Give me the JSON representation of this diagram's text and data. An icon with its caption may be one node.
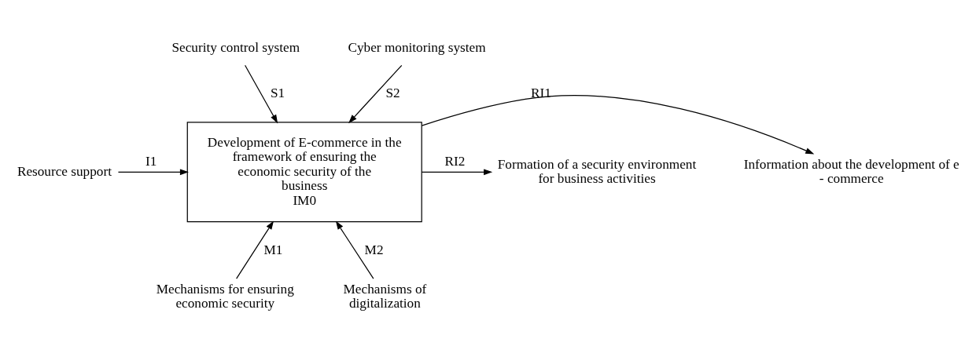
{
  "diagram": {
    "nodes": [
      {
        "text": [
          "Development of E-commerce in the framework of ensuring the economic security of the business",
          "IM0"
        ]
      },
      {
        "text": [
          "Security control system"
        ]
      },
      {
        "text": [
          "Cyber monitoring system"
        ]
      },
      {
        "text": [
          "Resource support"
        ]
      },
      {
        "text": [
          "Information about the development of e - commerce"
        ]
      },
      {
        "text": [
          "Formation of a security environment for business activities"
        ]
      },
      {
        "text": [
          "Mechanisms for ensuring economic security"
        ]
      },
      {
        "text": [
          "Mechanisms of digitalization"
        ]
      }
    ],
    "edges": [
      {
        "from": 1,
        "to": 0,
        "arrow": "to",
        "label": "S1"
      },
      {
        "from": 2,
        "to": 0,
        "arrow": "to",
        "label": "S2"
      },
      {
        "from": 3,
        "to": 0,
        "arrow": "to",
        "label": "I1"
      },
      {
        "from": 0,
        "to": 4,
        "arrow": "to",
        "label": "RI1"
      },
      {
        "from": 0,
        "to": 5,
        "arrow": "to",
        "label": "RI2"
      },
      {
        "from": 6,
        "to": 0,
        "arrow": "to",
        "label": "M1"
      },
      {
        "from": 7,
        "to": 0,
        "arrow": "to",
        "label": "M2"
      }
    ]
  }
}
